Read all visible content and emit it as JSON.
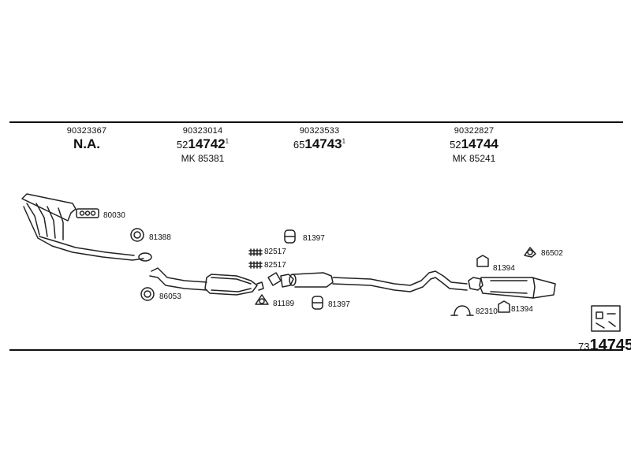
{
  "columns": [
    {
      "code": "90323367",
      "main": "N.A.",
      "main_prefix": "",
      "main_sup": "",
      "mk": ""
    },
    {
      "code": "90323014",
      "main": "14742",
      "main_prefix": "52",
      "main_sup": "1",
      "mk": "MK 85381"
    },
    {
      "code": "90323533",
      "main": "14743",
      "main_prefix": "65",
      "main_sup": "1",
      "mk": ""
    },
    {
      "code": "90322827",
      "main": "14744",
      "main_prefix": "52",
      "main_sup": "",
      "mk": "MK 85241"
    }
  ],
  "parts": {
    "p80030": "80030",
    "p81388": "81388",
    "p86053": "86053",
    "p82517a": "82517",
    "p82517b": "82517",
    "p81397a": "81397",
    "p81189": "81189",
    "p81397b": "81397",
    "p86502": "86502",
    "p81394a": "81394",
    "p82310": "82310",
    "p81394b": "81394"
  },
  "reference": {
    "prefix": "73",
    "number": "14745"
  }
}
